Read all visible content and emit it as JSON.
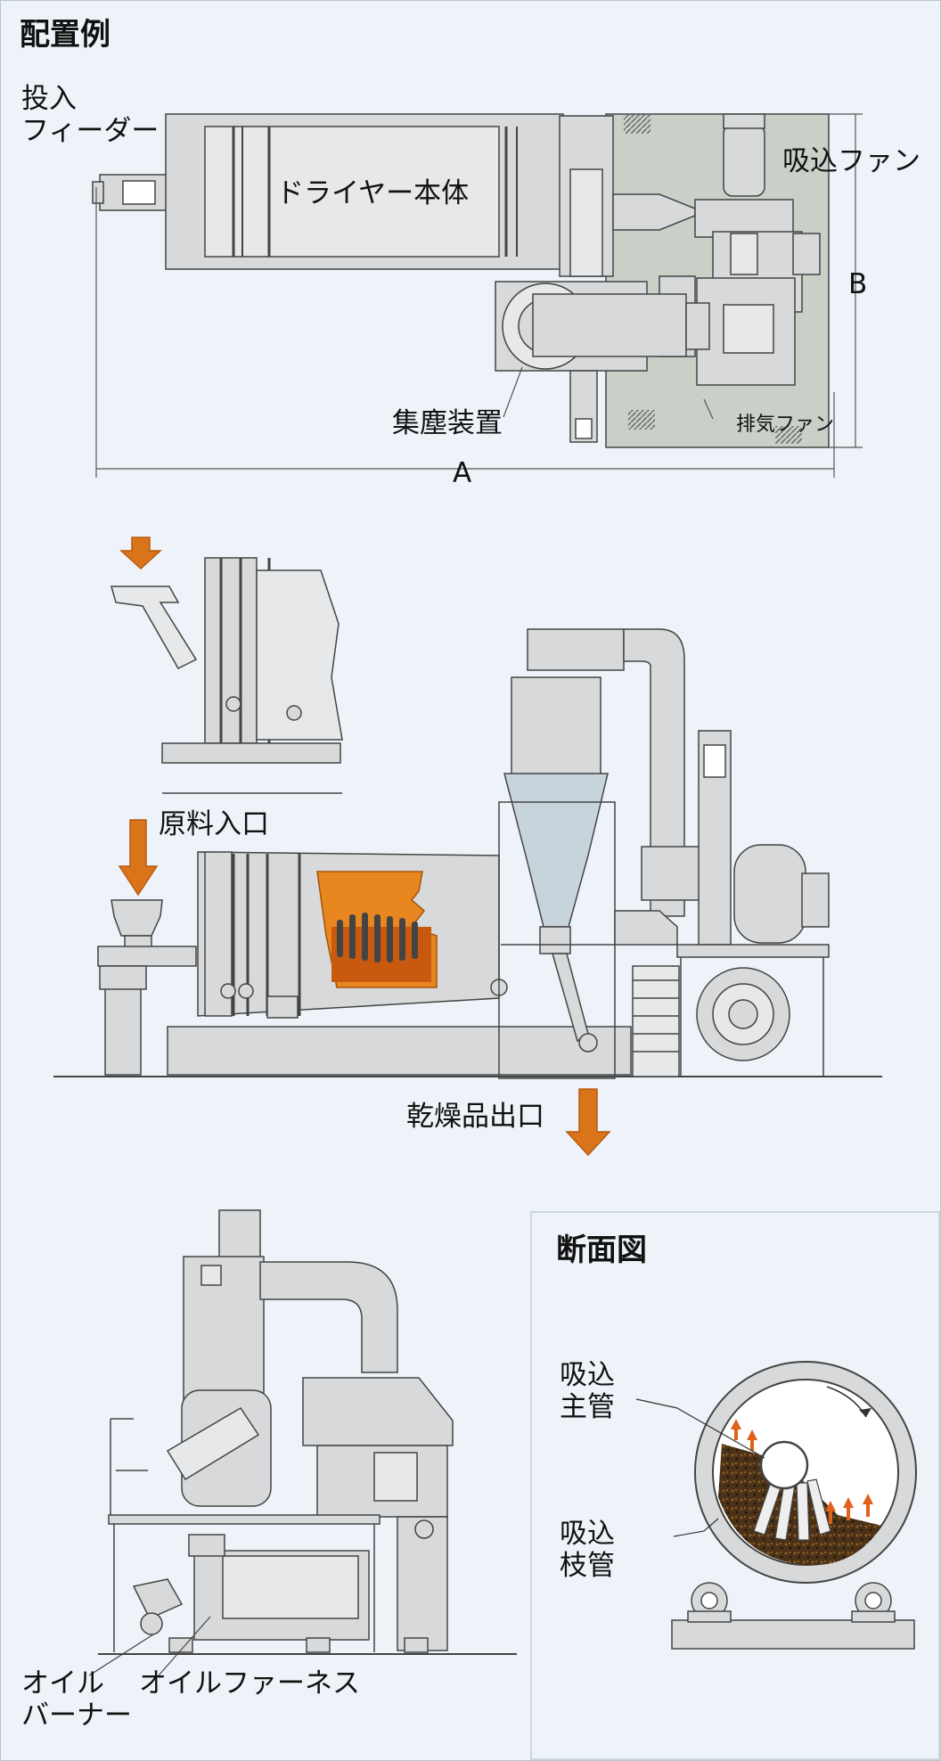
{
  "layout_example": {
    "title": "配置例",
    "feeder": "投入\nフィーダー",
    "dryer_body": "ドライヤー本体",
    "suction_fan": "吸込ファン",
    "dimension_b": "B",
    "dust_collector": "集塵装置",
    "exhaust_fan": "排気ファン",
    "dimension_a": "A"
  },
  "side_view": {
    "material_inlet": "原料入口",
    "product_outlet": "乾燥品出口"
  },
  "furnace_view": {
    "oil_burner": "オイル\nバーナー",
    "oil_furnace": "オイルファーネス"
  },
  "cross_section": {
    "title": "断面図",
    "suction_main_pipe": "吸込\n主管",
    "suction_branch_pipe": "吸込\n枝管"
  },
  "colors": {
    "background": "#edf3f8",
    "machine_gray": "#d7d9da",
    "arrow_orange": "#d9741a",
    "material_dark": "#3a2a1a"
  }
}
